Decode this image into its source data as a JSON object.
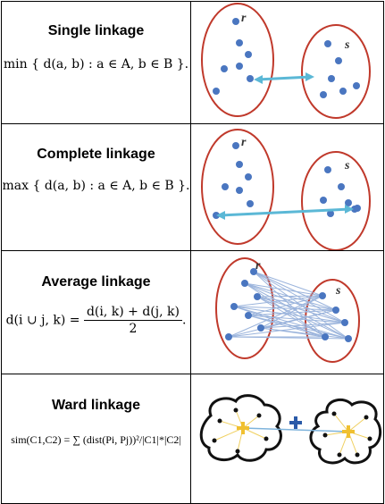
{
  "panels": [
    {
      "title": "Single linkage",
      "formula": "min { d(a, b) : a ∈ A, b ∈ B }.",
      "cluster_labels": [
        "r",
        "s"
      ]
    },
    {
      "title": "Complete  linkage",
      "formula": "max { d(a, b) : a ∈ A, b ∈ B }.",
      "cluster_labels": [
        "r",
        "s"
      ]
    },
    {
      "title": "Average linkage",
      "formula_lhs": "d(i ∪ j, k) =",
      "formula_num": "d(i, k) + d(j, k)",
      "formula_den": "2",
      "formula_end": ".",
      "cluster_labels": [
        "r",
        "s"
      ]
    },
    {
      "title": "Ward linkage",
      "formula": "sim(C1,C2) = ∑ (dist(Pi, Pj))²/|C1|*|C2|"
    }
  ],
  "colors": {
    "point": "#4a76c0",
    "ellipse": "#c0392b",
    "arrow": "#5bb8d6",
    "link": "#9bb4dc",
    "centroid": "#f0c030",
    "merge": "#2a5aa8"
  }
}
